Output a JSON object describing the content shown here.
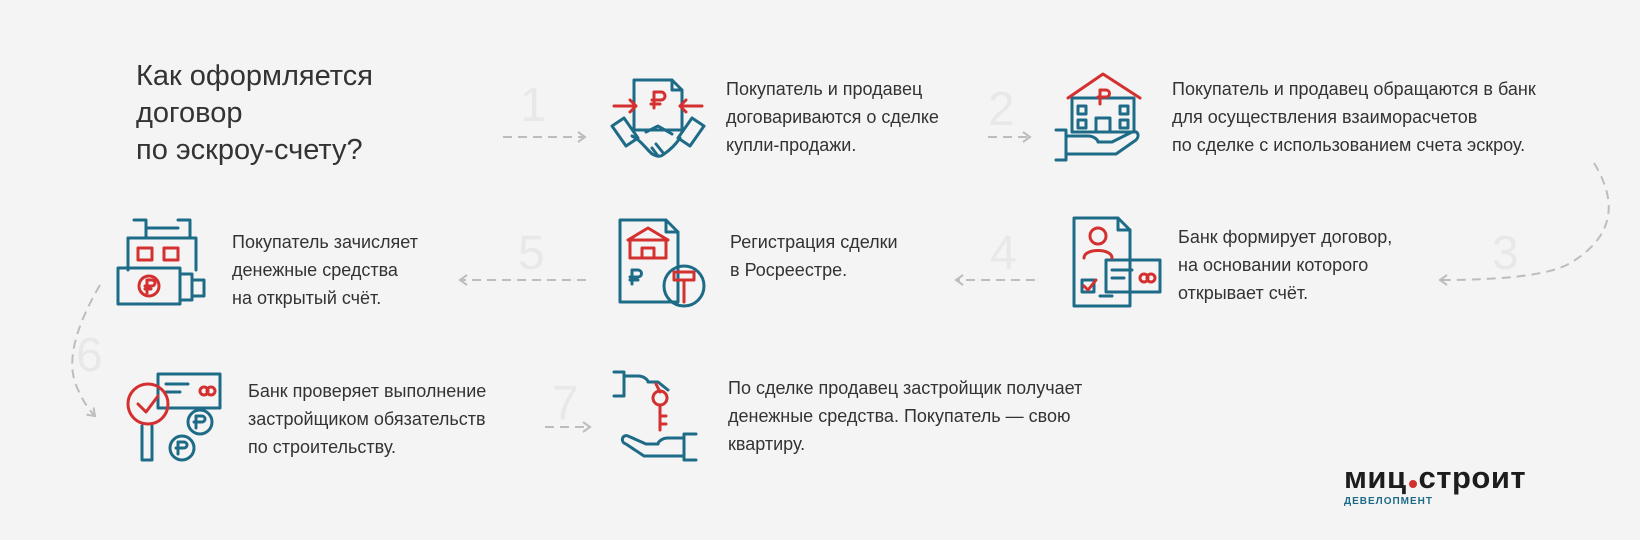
{
  "title": "Как оформляется\nдоговор\nпо эскроу-счету?",
  "steps": [
    {
      "number": "1",
      "text": "Покупатель и продавец\nдоговариваются о сделке\nкупли-продажи."
    },
    {
      "number": "2",
      "text": "Покупатель и продавец обращаются в банк\nдля осуществления взаиморасчетов\nпо сделке с использованием счета эскроу."
    },
    {
      "number": "3",
      "text": "Банк формирует договор,\nна основании которого\nоткрывает счёт."
    },
    {
      "number": "4",
      "text": "Регистрация сделки\nв Росреестре."
    },
    {
      "number": "5",
      "text": "Покупатель зачисляет\nденежные средства\nна открытый счёт."
    },
    {
      "number": "6",
      "text": "Банк проверяет выполнение\nзастройщиком обязательств\nпо строительству."
    },
    {
      "number": "7",
      "text": "По сделке продавец застройщик получает\nденежные средства. Покупатель — свою\nквартиру."
    }
  ],
  "logo": {
    "left": "миц",
    "right": "строит",
    "subtitle": "ДЕВЕЛОПМЕНТ"
  },
  "colors": {
    "teal": "#1e6b88",
    "red": "#d3302f",
    "arrow": "#bdbdbd",
    "number": "#e8e8e8"
  }
}
